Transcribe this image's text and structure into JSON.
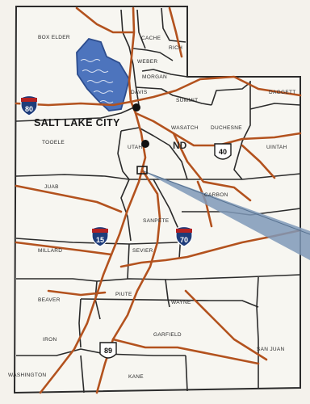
{
  "city_label": "SALT LAKE CITY",
  "counties": {
    "box_elder": "BOX ELDER",
    "cache": "CACHE",
    "rich": "RICH",
    "weber": "WEBER",
    "morgan": "MORGAN",
    "davis": "DAVIS",
    "summit": "SUMMIT",
    "daggett": "DAGGETT",
    "tooele": "TOOELE",
    "wasatch": "WASATCH",
    "duchesne": "DUCHESNE",
    "uintah": "UINTAH",
    "utah": "UTAH",
    "juab": "JUAB",
    "carbon": "CARBON",
    "sanpete": "SANPETE",
    "millard": "MILLARD",
    "sevier": "SEVIER",
    "emery_fragment": "ND",
    "beaver": "BEAVER",
    "piute": "PIUTE",
    "wayne": "WAYNE",
    "iron": "IRON",
    "garfield": "GARFIELD",
    "san_juan": "SAN JUAN",
    "washington": "WASHINGTON",
    "kane": "KANE"
  },
  "highways": {
    "i80": "80",
    "i40": "40",
    "i15": "15",
    "i70": "70",
    "us89": "89"
  },
  "colors": {
    "background": "#f4f2ec",
    "road": "#b3521e",
    "border": "#2b2b2b",
    "lake": "#3e67b4",
    "callout": "#8fa6c0"
  }
}
